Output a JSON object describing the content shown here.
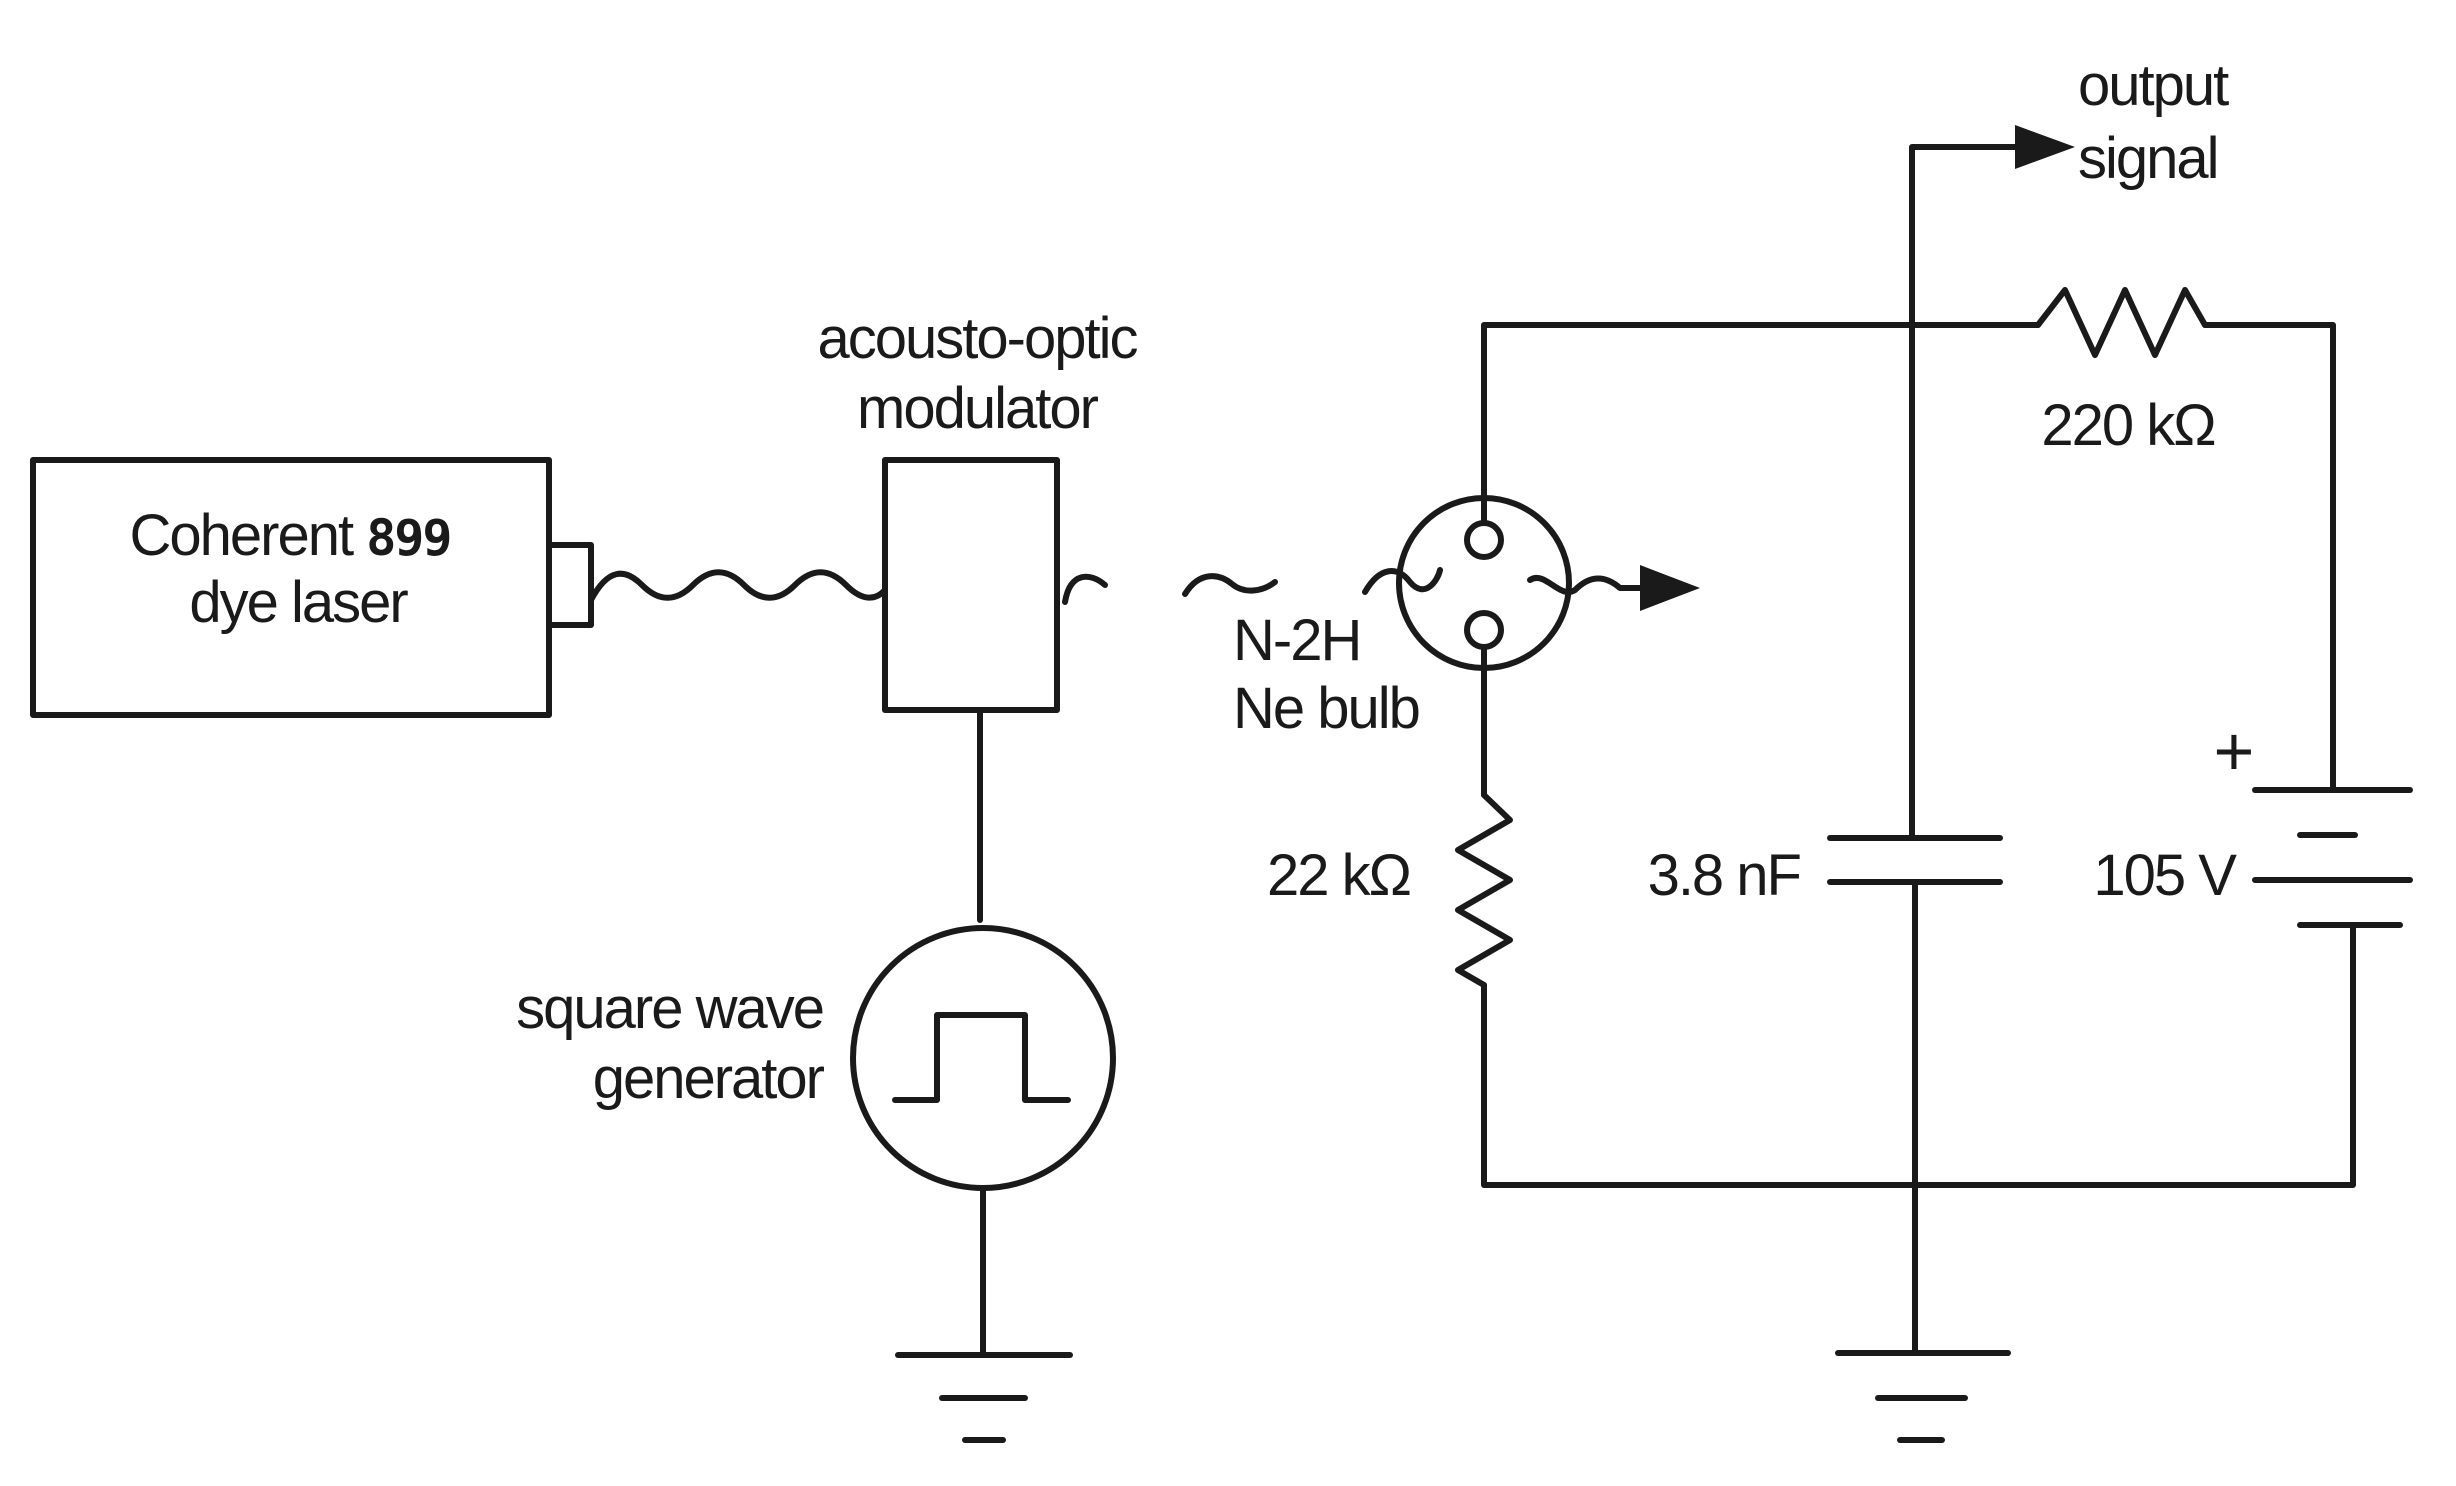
{
  "labels": {
    "laser_name": "Coherent",
    "laser_model": "899",
    "laser_type": "dye laser",
    "aom_line1": "acousto-optic",
    "aom_line2": "modulator",
    "generator_line1": "square wave",
    "generator_line2": "generator",
    "bulb_line1": "N-2H",
    "bulb_line2": "Ne bulb",
    "resistor_bulb": "22 kΩ",
    "capacitor": "3.8 nF",
    "resistor_top": "220 kΩ",
    "battery_voltage": "105 V",
    "battery_plus": "+",
    "output_line1": "output",
    "output_line2": "signal"
  },
  "colors": {
    "ink": "#1a1a1a",
    "background": "#ffffff"
  }
}
